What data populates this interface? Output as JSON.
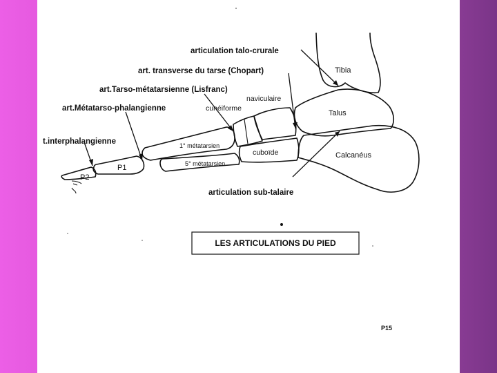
{
  "diagram": {
    "caption": "LES ARTICULATIONS DU PIED",
    "page_number": "P15",
    "joint_labels": {
      "talo_crurale": "articulation talo-crurale",
      "chopart": "art. transverse du tarse (Chopart)",
      "lisfranc": "art.Tarso-métatarsienne (Lisfranc)",
      "metatarso_phalangienne": "art.Métatarso-phalangienne",
      "interphalangienne": "t.interphalangienne",
      "sub_talaire": "articulation sub-talaire"
    },
    "bone_labels": {
      "tibia": "Tibia",
      "talus": "Talus",
      "naviculaire": "naviculaire",
      "cuneiforme": "cunéiforme",
      "cuboide": "cuboïde",
      "calcaneus": "Calcanéus",
      "metatarsien_1": "1° métatarsien",
      "metatarsien_5": "5° métatarsien",
      "p1": "P1",
      "p2": "P2"
    }
  }
}
